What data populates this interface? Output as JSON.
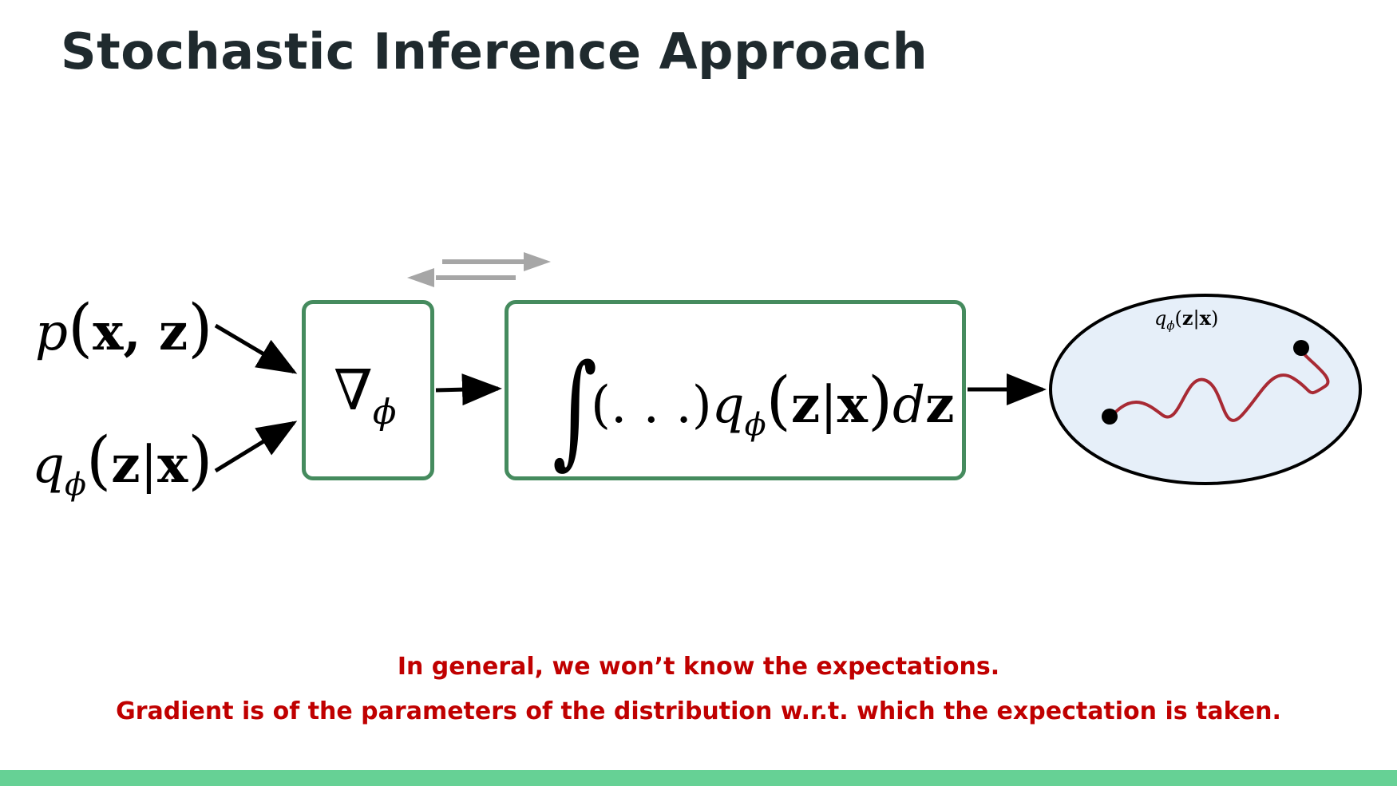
{
  "slide": {
    "title": "Stochastic Inference Approach"
  },
  "inputs": {
    "p": {
      "fn": "p",
      "args": "x, z"
    },
    "q": {
      "fn": "q",
      "sub": "ϕ",
      "args_left": "z",
      "bar": "|",
      "args_right": "x"
    }
  },
  "gradient_box": {
    "symbol": "∇",
    "sub": "ϕ"
  },
  "integral_box": {
    "integral": "∫",
    "dots": "(. . .)",
    "q": "q",
    "sub": "ϕ",
    "arg_left": "z",
    "bar": "|",
    "arg_right": "x",
    "d": "d",
    "dvar": "z"
  },
  "distribution": {
    "q": "q",
    "sub": "ϕ",
    "arg_left": "z",
    "bar": "|",
    "arg_right": "x"
  },
  "captions": {
    "line1": "In general, we won’t know the expectations.",
    "line2": "Gradient is of the parameters of the distribution w.r.t. which the expectation is taken."
  },
  "colors": {
    "box_border": "#458b5e",
    "ellipse_fill": "#e6eff9",
    "path": "#a82a34",
    "caption": "#c00000",
    "footer": "#66d195",
    "swap_arrows": "#a6a6a6"
  }
}
